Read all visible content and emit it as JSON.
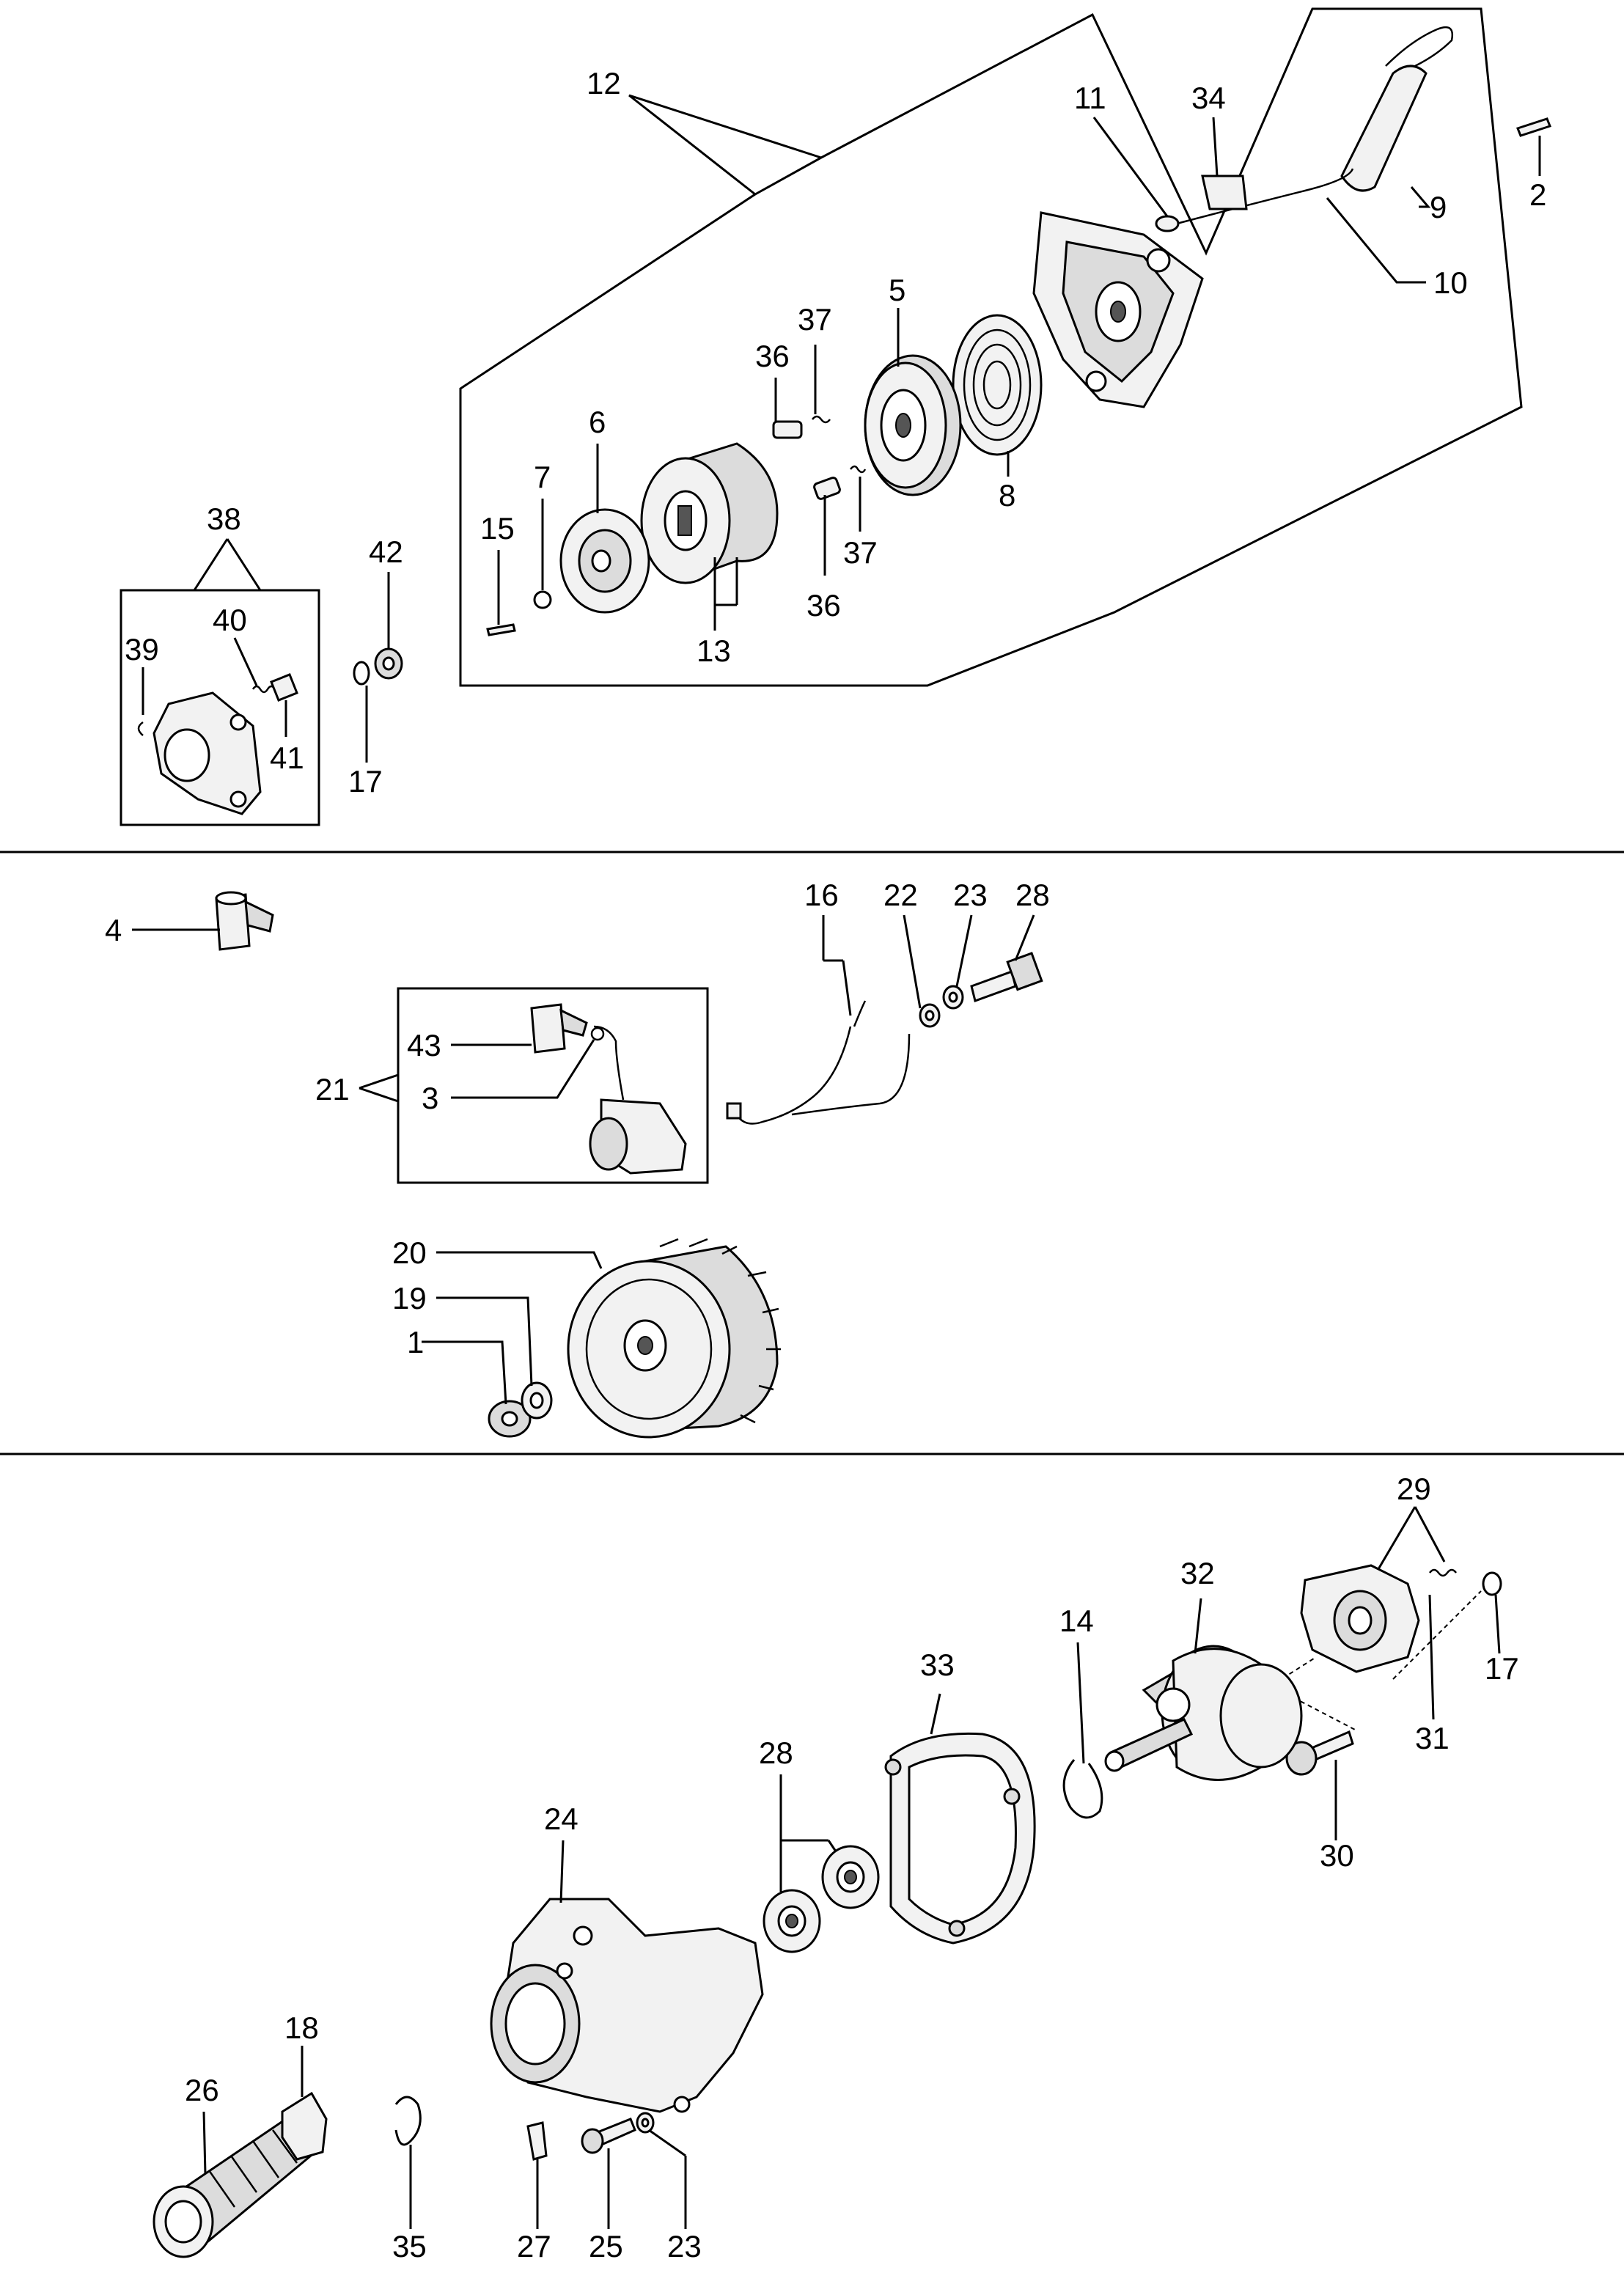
{
  "labels": {
    "l1": "1",
    "l2": "2",
    "l3": "3",
    "l4": "4",
    "l5": "5",
    "l6": "6",
    "l7": "7",
    "l8": "8",
    "l9": "9",
    "l10": "10",
    "l11": "11",
    "l12": "12",
    "l13": "13",
    "l14": "14",
    "l15": "15",
    "l16": "16",
    "l17a": "17",
    "l17b": "17",
    "l18": "18",
    "l19": "19",
    "l20": "20",
    "l21": "21",
    "l22": "22",
    "l23a": "23",
    "l23b": "23",
    "l24": "24",
    "l25": "25",
    "l26": "26",
    "l27": "27",
    "l28a": "28",
    "l28b": "28",
    "l29": "29",
    "l30": "30",
    "l31": "31",
    "l32": "32",
    "l33": "33",
    "l34": "34",
    "l35": "35",
    "l36a": "36",
    "l36b": "36",
    "l37a": "37",
    "l37b": "37",
    "l38": "38",
    "l39": "39",
    "l40": "40",
    "l41": "41",
    "l42": "42",
    "l43": "43"
  }
}
